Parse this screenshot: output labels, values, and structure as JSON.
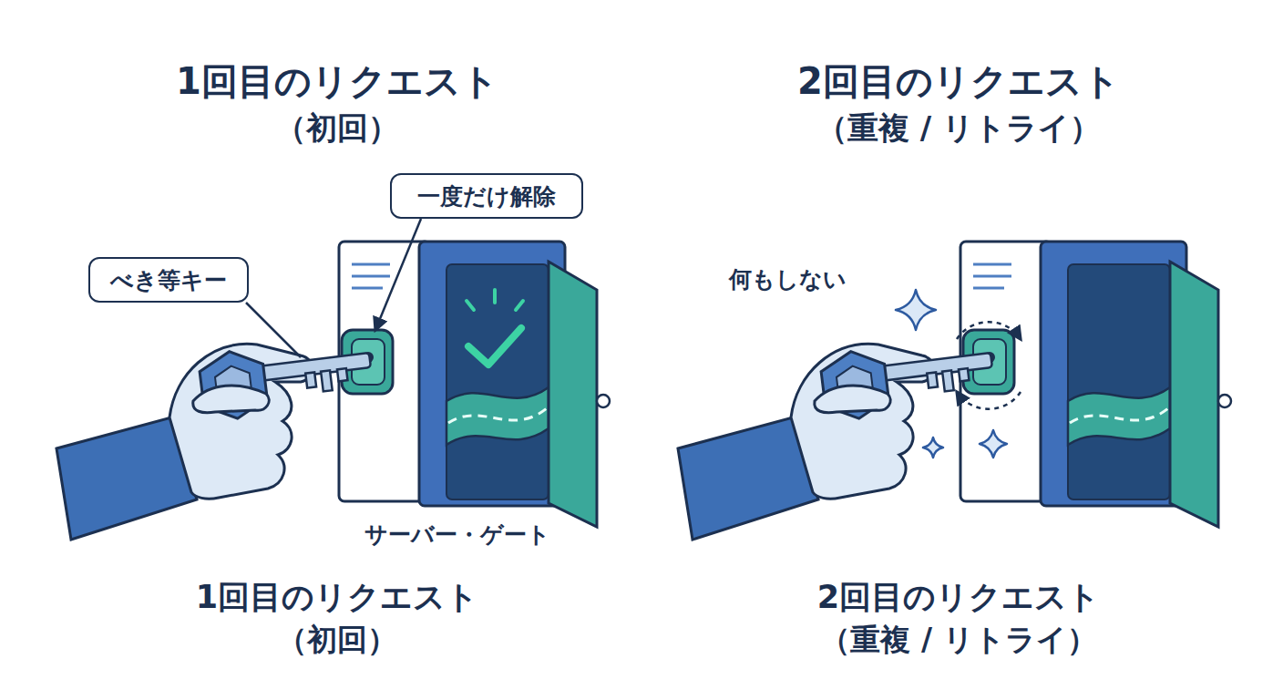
{
  "diagram": {
    "nodes": [
      {
        "text": [
          "一度だけ解除"
        ]
      },
      {
        "text": [
          "べき等キー"
        ]
      }
    ],
    "labels": [
      "1回目のリクエスト",
      "（初回）",
      "2回目のリクエスト",
      "（重複 / リトライ）",
      "何もしない",
      "サーバー・ゲート",
      "1回目のリクエスト",
      "（初回）",
      "2回目のリクエスト",
      "（重複 / リトライ）"
    ]
  }
}
